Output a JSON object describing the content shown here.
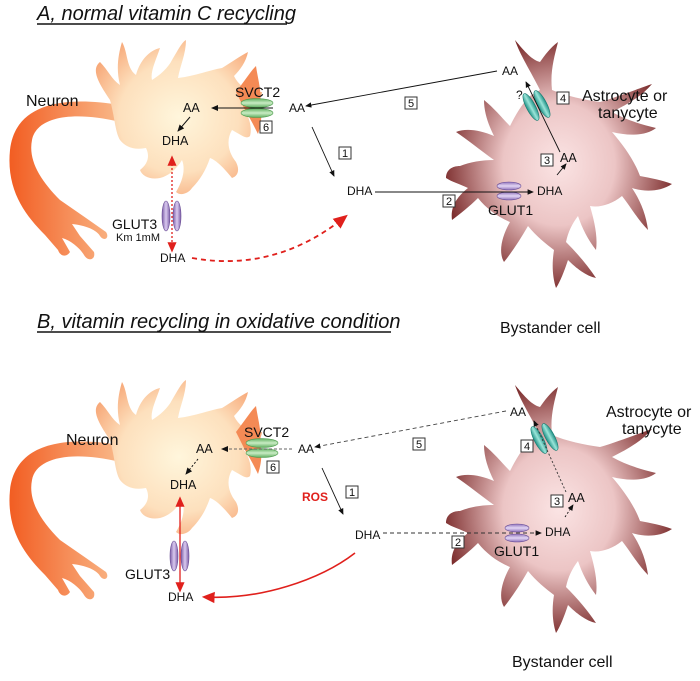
{
  "panels": [
    {
      "title": "A, normal vitamin C recycling",
      "neuron_label": "Neuron",
      "glia_label_line1": "Astrocyte or",
      "glia_label_line2": "tanycyte",
      "bystander_label": "Bystander cell",
      "transporters": {
        "svct2": "SVCT2",
        "glut3": "GLUT3",
        "glut3_km": "Km 1mM",
        "glut1": "GLUT1",
        "unknown": "?"
      },
      "molecules": {
        "neuron_aa": "AA",
        "neuron_dha": "DHA",
        "extracellular_aa": "AA",
        "extracellular_dha": "DHA",
        "neuron_out_dha": "DHA",
        "glia_dha": "DHA",
        "glia_aa": "AA",
        "glia_out_aa": "AA"
      },
      "steps": [
        "1",
        "2",
        "3",
        "4",
        "5",
        "6"
      ]
    },
    {
      "title": "B, vitamin recycling in oxidative condition",
      "neuron_label": "Neuron",
      "glia_label_line1": "Astrocyte or",
      "glia_label_line2": "tanycyte",
      "bystander_label": "Bystander cell",
      "ros_label": "ROS",
      "transporters": {
        "svct2": "SVCT2",
        "glut3": "GLUT3",
        "glut1": "GLUT1"
      },
      "molecules": {
        "neuron_aa": "AA",
        "neuron_dha": "DHA",
        "extracellular_aa": "AA",
        "extracellular_dha": "DHA",
        "neuron_out_dha": "DHA",
        "glia_dha": "DHA",
        "glia_aa": "AA",
        "glia_out_aa": "AA"
      },
      "steps": [
        "1",
        "2",
        "3",
        "4",
        "5",
        "6"
      ]
    }
  ],
  "colors": {
    "neuron_body": "#fde3c2",
    "neuron_axon": "#f26a2e",
    "glia_body": "#f3cfcf",
    "glia_tip": "#6e1a1a",
    "svct2": "#7cc47c",
    "glut": "#a98dcc",
    "glia_transporter": "#3fb8a8",
    "ros_arrow": "#e0201c"
  }
}
